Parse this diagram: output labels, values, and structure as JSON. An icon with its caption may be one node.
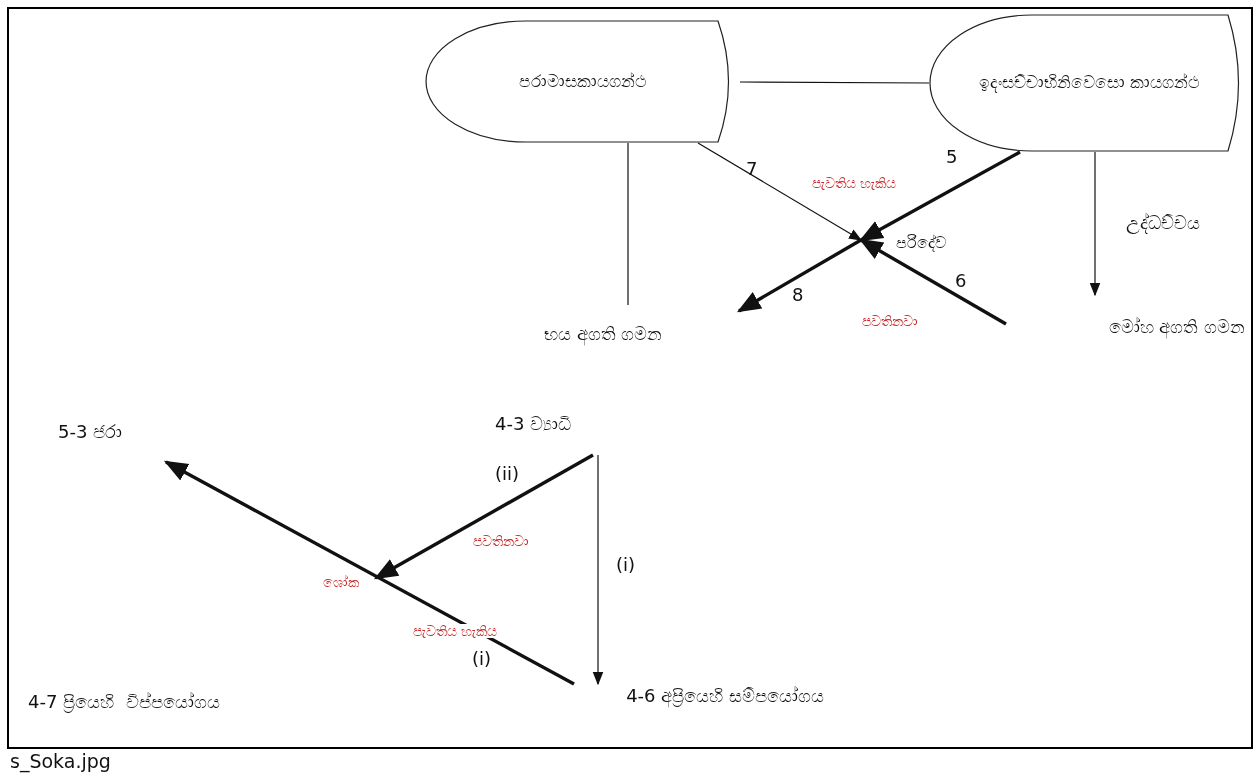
{
  "diagram": {
    "caption": "s_Soka.jpg",
    "nodes": [
      {
        "text": [
          "පරාමාසකායගන්ථ"
        ]
      },
      {
        "text": [
          "ඉදංසච්චාභිනිවෙසො කායගන්ථ"
        ]
      },
      {
        "text": [
          "භය අගති ගමන"
        ]
      },
      {
        "text": [
          "පරිදේව"
        ]
      },
      {
        "text": [
          "මෝහ අගති ගමන"
        ]
      },
      {
        "text": [
          "4-3 ව්‍යාධි"
        ]
      },
      {
        "text": [
          "5-3 ජරා"
        ]
      },
      {
        "text": [
          "ශෝක"
        ]
      },
      {
        "text": [
          "4-6 අප්‍රියෙහි සම්පයෝගය"
        ]
      }
    ],
    "edges": [
      {
        "from": 0,
        "to": 1,
        "arrow": "none"
      },
      {
        "from": 0,
        "to": 2,
        "arrow": "none"
      },
      {
        "from": 0,
        "to": 3,
        "arrow": "to",
        "label": "7"
      },
      {
        "from": 1,
        "to": 3,
        "arrow": "to",
        "label": "5",
        "style": "thick"
      },
      {
        "from": 1,
        "to": 4,
        "arrow": "to",
        "label": "උද්ධච්චය"
      },
      {
        "from": null,
        "to": 3,
        "arrow": "to",
        "label": "6",
        "style": "thick"
      },
      {
        "from": 3,
        "to": 2,
        "arrow": "to",
        "label": "8",
        "style": "thick"
      },
      {
        "from": 5,
        "to": 7,
        "arrow": "to",
        "label": "(ii)",
        "style": "thick"
      },
      {
        "from": 5,
        "to": 8,
        "arrow": "to",
        "label": "(i)"
      },
      {
        "from": 8,
        "to": 6,
        "arrow": "to",
        "label": "(i)",
        "style": "thick"
      }
    ],
    "labels": [
      "පැවතිය හැකිය",
      "පවතිනවා",
      "පවතිනවා",
      "පැවතිය හැකිය",
      "4-7 ප්‍රියෙහි  විප්පයෝගය"
    ]
  }
}
